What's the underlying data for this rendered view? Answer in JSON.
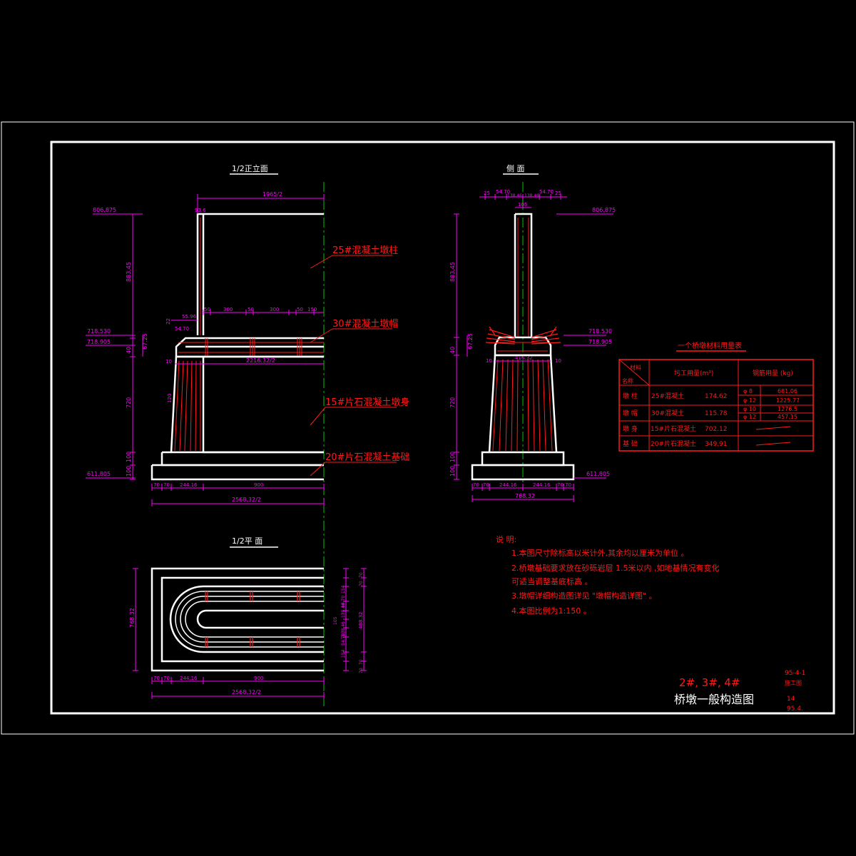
{
  "drawing": {
    "views": {
      "front_half": "1/2正立面",
      "side": "侧  面",
      "plan_half": "1/2平  面"
    },
    "labels": {
      "pier_column": "25#混凝土墩柱",
      "pier_cap": "30#混凝土墩帽",
      "pier_body": "15#片石混凝土墩身",
      "foundation": "20#片石混凝土基础"
    },
    "elevations": {
      "top": "806.875",
      "cap_top": "718.530",
      "cap_bottom": "718.905",
      "bottom": "611.805"
    },
    "front_dims": {
      "half_width_top": "1965/2",
      "col_w": "93.6",
      "v_column": "883.45",
      "v_cap": "67.25",
      "v_cap_a": "40",
      "v_body": "720",
      "v_plinth": "100",
      "v_found": "100",
      "cap_small_1": "55.96",
      "cap_small_2": "54.70",
      "cap_small_3": "22",
      "cap_spacing": [
        "50",
        "300",
        "50",
        "300",
        "50",
        "150"
      ],
      "body_width": "2216.32/2",
      "body_off": "10",
      "body_batter": "120",
      "bottom_a": "70",
      "bottom_b": "70",
      "bottom_c": "244.16",
      "bottom_d": "900",
      "bottom_total": "2568.32/2"
    },
    "side_dims": {
      "top_a": "25",
      "top_b": "54.70",
      "top_c": "138.46",
      "top_d": "138.46",
      "top_e": "54.70",
      "top_f": "25",
      "col_w": "105",
      "body_top": "416.32",
      "body_off": "10",
      "bottom_a": "70",
      "bottom_b": "70",
      "bottom_c": "244.16",
      "bottom_d": "244.16",
      "bottom_e": "70",
      "bottom_f": "70",
      "bottom_total": "768.32"
    },
    "plan_dims": {
      "width": "768.32",
      "right_top": "70",
      "right_top2": "70",
      "right_a": "154",
      "right_b": "54.70",
      "right_c": "138.46",
      "right_d": "138.46",
      "right_e": "54.70",
      "right_f": "154",
      "right_mid": "105",
      "right_total": "488.32",
      "bottom_a": "70",
      "bottom_b": "70",
      "bottom_c": "244.16",
      "bottom_d": "900",
      "bottom_total": "2568.32/2"
    }
  },
  "material_table": {
    "title": "一个桥墩材料用量表",
    "head_name_top": "材料",
    "head_name_bottom": "名称",
    "head_concrete": "圬工用量(m³)",
    "head_steel": "钢筋用量 (kg)",
    "rows": [
      {
        "name": "墩 柱",
        "material": "25#混凝土",
        "qty": "174.62",
        "bars": [
          [
            "φ 8",
            "681.06"
          ],
          [
            "φ 12",
            "1225.77"
          ]
        ]
      },
      {
        "name": "墩 帽",
        "material": "30#混凝土",
        "qty": "115.78",
        "bars": [
          [
            "φ 10",
            "1276.5"
          ],
          [
            "φ 12",
            "457.15"
          ]
        ]
      },
      {
        "name": "墩 身",
        "material": "15#片石混凝土",
        "qty": "702.12",
        "bars": []
      },
      {
        "name": "基 础",
        "material": "20#片石混凝土",
        "qty": "349.91",
        "bars": []
      }
    ]
  },
  "notes": {
    "heading": "说  明:",
    "items": [
      "1.本图尺寸除标高以米计外,其余均以厘米为单位    。",
      "2.桥墩基础要求放在砂砾岩层 1.5米以内    ,如地基情况有变化",
      "   可适当调整基底标高 。",
      "3.墩帽详细构造图详见 \"墩帽构造详图\"    。",
      "4.本图比例为1:150 。"
    ]
  },
  "title_block": {
    "piers": "2#, 3#, 4#",
    "title": "桥墩一般构造图",
    "code": "95-4-1",
    "stage": "施工图",
    "sheet": "14",
    "date": "95.4."
  },
  "colors": {
    "background": "#000000",
    "outline": "#ffffff",
    "rebar": "#ff1a1a",
    "dimension": "#ff00ff",
    "centerline": "#00c800"
  }
}
